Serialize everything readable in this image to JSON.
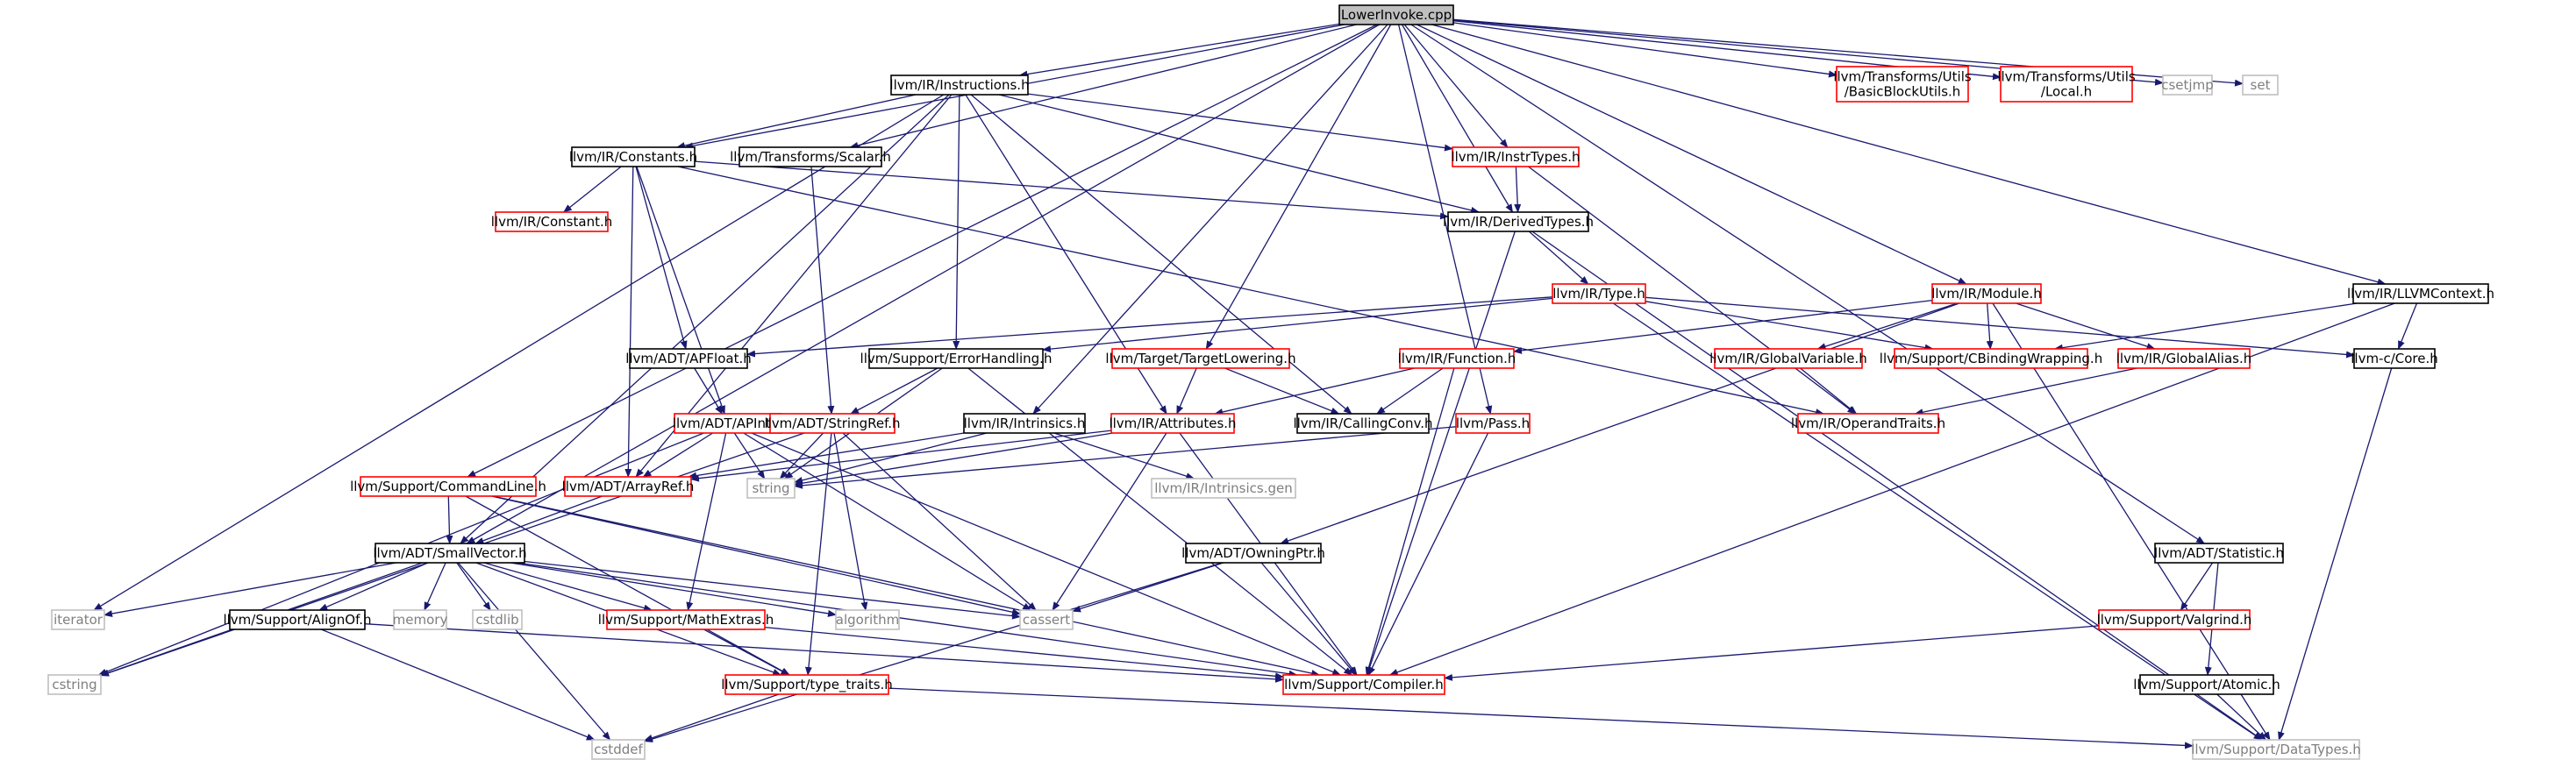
{
  "colors": {
    "edge": "#191970",
    "text": "#000000",
    "border_default": "#000000",
    "border_undocumented": "#ff0000",
    "border_external": "#bfbfbf",
    "root_fill": "#bfbfbf",
    "text_external": "#7f7f7f"
  },
  "nodes": [
    {
      "id": "root",
      "label": "LowerInvoke.cpp",
      "kind": "root"
    },
    {
      "id": "instructions",
      "label": "llvm/IR/Instructions.h",
      "kind": "default"
    },
    {
      "id": "bbutils",
      "label": "llvm/Transforms/Utils\n/BasicBlockUtils.h",
      "kind": "undocumented"
    },
    {
      "id": "local",
      "label": "llvm/Transforms/Utils\n/Local.h",
      "kind": "undocumented"
    },
    {
      "id": "csetjmp",
      "label": "csetjmp",
      "kind": "external"
    },
    {
      "id": "set",
      "label": "set",
      "kind": "external"
    },
    {
      "id": "constants",
      "label": "llvm/IR/Constants.h",
      "kind": "default"
    },
    {
      "id": "scalar",
      "label": "llvm/Transforms/Scalar.h",
      "kind": "default"
    },
    {
      "id": "instrtypes",
      "label": "llvm/IR/InstrTypes.h",
      "kind": "undocumented"
    },
    {
      "id": "constant",
      "label": "llvm/IR/Constant.h",
      "kind": "undocumented"
    },
    {
      "id": "derivedtypes",
      "label": "llvm/IR/DerivedTypes.h",
      "kind": "default"
    },
    {
      "id": "type",
      "label": "llvm/IR/Type.h",
      "kind": "undocumented"
    },
    {
      "id": "module",
      "label": "llvm/IR/Module.h",
      "kind": "undocumented"
    },
    {
      "id": "llvmcontext",
      "label": "llvm/IR/LLVMContext.h",
      "kind": "default"
    },
    {
      "id": "apfloat",
      "label": "llvm/ADT/APFloat.h",
      "kind": "default"
    },
    {
      "id": "errorhandling",
      "label": "llvm/Support/ErrorHandling.h",
      "kind": "default"
    },
    {
      "id": "targetlowering",
      "label": "llvm/Target/TargetLowering.h",
      "kind": "undocumented"
    },
    {
      "id": "function",
      "label": "llvm/IR/Function.h",
      "kind": "undocumented"
    },
    {
      "id": "globalvariable",
      "label": "llvm/IR/GlobalVariable.h",
      "kind": "undocumented"
    },
    {
      "id": "cbinding",
      "label": "llvm/Support/CBindingWrapping.h",
      "kind": "undocumented"
    },
    {
      "id": "globalalias",
      "label": "llvm/IR/GlobalAlias.h",
      "kind": "undocumented"
    },
    {
      "id": "ccore",
      "label": "llvm-c/Core.h",
      "kind": "default"
    },
    {
      "id": "apint",
      "label": "llvm/ADT/APInt.h",
      "kind": "undocumented"
    },
    {
      "id": "stringref",
      "label": "llvm/ADT/StringRef.h",
      "kind": "undocumented"
    },
    {
      "id": "intrinsics",
      "label": "llvm/IR/Intrinsics.h",
      "kind": "default"
    },
    {
      "id": "attributes",
      "label": "llvm/IR/Attributes.h",
      "kind": "undocumented"
    },
    {
      "id": "callingconv",
      "label": "llvm/IR/CallingConv.h",
      "kind": "default"
    },
    {
      "id": "pass",
      "label": "llvm/Pass.h",
      "kind": "undocumented"
    },
    {
      "id": "operandtraits",
      "label": "llvm/IR/OperandTraits.h",
      "kind": "undocumented"
    },
    {
      "id": "commandline",
      "label": "llvm/Support/CommandLine.h",
      "kind": "undocumented"
    },
    {
      "id": "arrayref",
      "label": "llvm/ADT/ArrayRef.h",
      "kind": "undocumented"
    },
    {
      "id": "string",
      "label": "string",
      "kind": "external"
    },
    {
      "id": "intrinsicsgen",
      "label": "llvm/IR/Intrinsics.gen",
      "kind": "external"
    },
    {
      "id": "owningptr",
      "label": "llvm/ADT/OwningPtr.h",
      "kind": "default"
    },
    {
      "id": "statistic",
      "label": "llvm/ADT/Statistic.h",
      "kind": "default"
    },
    {
      "id": "smallvector",
      "label": "llvm/ADT/SmallVector.h",
      "kind": "default"
    },
    {
      "id": "iterator",
      "label": "iterator",
      "kind": "external"
    },
    {
      "id": "alignof",
      "label": "llvm/Support/AlignOf.h",
      "kind": "default"
    },
    {
      "id": "memory",
      "label": "memory",
      "kind": "external"
    },
    {
      "id": "cstdlib",
      "label": "cstdlib",
      "kind": "external"
    },
    {
      "id": "mathextras",
      "label": "llvm/Support/MathExtras.h",
      "kind": "undocumented"
    },
    {
      "id": "algorithm",
      "label": "algorithm",
      "kind": "external"
    },
    {
      "id": "cassert",
      "label": "cassert",
      "kind": "external"
    },
    {
      "id": "valgrind",
      "label": "llvm/Support/Valgrind.h",
      "kind": "undocumented"
    },
    {
      "id": "atomic",
      "label": "llvm/Support/Atomic.h",
      "kind": "default"
    },
    {
      "id": "cstring",
      "label": "cstring",
      "kind": "external"
    },
    {
      "id": "typetraits",
      "label": "llvm/Support/type_traits.h",
      "kind": "undocumented"
    },
    {
      "id": "compiler",
      "label": "llvm/Support/Compiler.h",
      "kind": "undocumented"
    },
    {
      "id": "cstddef",
      "label": "cstddef",
      "kind": "external"
    },
    {
      "id": "datatypes",
      "label": "llvm/Support/DataTypes.h",
      "kind": "external"
    }
  ],
  "edges": [
    [
      "root",
      "instructions"
    ],
    [
      "root",
      "bbutils"
    ],
    [
      "root",
      "local"
    ],
    [
      "root",
      "csetjmp"
    ],
    [
      "root",
      "set"
    ],
    [
      "root",
      "constants"
    ],
    [
      "root",
      "scalar"
    ],
    [
      "root",
      "instrtypes"
    ],
    [
      "root",
      "derivedtypes"
    ],
    [
      "root",
      "module"
    ],
    [
      "root",
      "llvmcontext"
    ],
    [
      "root",
      "targetlowering"
    ],
    [
      "root",
      "intrinsics"
    ],
    [
      "root",
      "pass"
    ],
    [
      "root",
      "commandline"
    ],
    [
      "root",
      "smallvector"
    ],
    [
      "root",
      "statistic"
    ],
    [
      "instructions",
      "constants"
    ],
    [
      "instructions",
      "instrtypes"
    ],
    [
      "instructions",
      "derivedtypes"
    ],
    [
      "instructions",
      "errorhandling"
    ],
    [
      "instructions",
      "attributes"
    ],
    [
      "instructions",
      "callingconv"
    ],
    [
      "instructions",
      "iterator"
    ],
    [
      "instructions",
      "smallvector"
    ],
    [
      "instructions",
      "arrayref"
    ],
    [
      "constants",
      "constant"
    ],
    [
      "constants",
      "derivedtypes"
    ],
    [
      "constants",
      "apfloat"
    ],
    [
      "constants",
      "apint"
    ],
    [
      "constants",
      "arrayref"
    ],
    [
      "constants",
      "operandtraits"
    ],
    [
      "scalar",
      "stringref"
    ],
    [
      "instrtypes",
      "derivedtypes"
    ],
    [
      "instrtypes",
      "operandtraits"
    ],
    [
      "derivedtypes",
      "type"
    ],
    [
      "derivedtypes",
      "compiler"
    ],
    [
      "derivedtypes",
      "datatypes"
    ],
    [
      "type",
      "apfloat"
    ],
    [
      "type",
      "errorhandling"
    ],
    [
      "type",
      "cbinding"
    ],
    [
      "type",
      "ccore"
    ],
    [
      "type",
      "datatypes"
    ],
    [
      "module",
      "function"
    ],
    [
      "module",
      "globalvariable"
    ],
    [
      "module",
      "cbinding"
    ],
    [
      "module",
      "globalalias"
    ],
    [
      "module",
      "owningptr"
    ],
    [
      "module",
      "datatypes"
    ],
    [
      "llvmcontext",
      "cbinding"
    ],
    [
      "llvmcontext",
      "ccore"
    ],
    [
      "llvmcontext",
      "compiler"
    ],
    [
      "apfloat",
      "apint"
    ],
    [
      "errorhandling",
      "stringref"
    ],
    [
      "errorhandling",
      "string"
    ],
    [
      "errorhandling",
      "compiler"
    ],
    [
      "targetlowering",
      "attributes"
    ],
    [
      "targetlowering",
      "callingconv"
    ],
    [
      "function",
      "attributes"
    ],
    [
      "function",
      "callingconv"
    ],
    [
      "function",
      "compiler"
    ],
    [
      "globalvariable",
      "operandtraits"
    ],
    [
      "globalalias",
      "operandtraits"
    ],
    [
      "ccore",
      "datatypes"
    ],
    [
      "apint",
      "arrayref"
    ],
    [
      "apint",
      "mathextras"
    ],
    [
      "apint",
      "string"
    ],
    [
      "apint",
      "cassert"
    ],
    [
      "apint",
      "cstring"
    ],
    [
      "apint",
      "compiler"
    ],
    [
      "stringref",
      "string"
    ],
    [
      "stringref",
      "algorithm"
    ],
    [
      "stringref",
      "cassert"
    ],
    [
      "stringref",
      "cstring"
    ],
    [
      "stringref",
      "typetraits"
    ],
    [
      "intrinsics",
      "arrayref"
    ],
    [
      "intrinsics",
      "string"
    ],
    [
      "intrinsics",
      "intrinsicsgen"
    ],
    [
      "attributes",
      "arrayref"
    ],
    [
      "attributes",
      "string"
    ],
    [
      "attributes",
      "cassert"
    ],
    [
      "attributes",
      "compiler"
    ],
    [
      "pass",
      "string"
    ],
    [
      "pass",
      "compiler"
    ],
    [
      "commandline",
      "smallvector"
    ],
    [
      "commandline",
      "cassert"
    ],
    [
      "commandline",
      "typetraits"
    ],
    [
      "commandline",
      "compiler"
    ],
    [
      "arrayref",
      "smallvector"
    ],
    [
      "owningptr",
      "cassert"
    ],
    [
      "owningptr",
      "cstddef"
    ],
    [
      "owningptr",
      "compiler"
    ],
    [
      "statistic",
      "valgrind"
    ],
    [
      "statistic",
      "atomic"
    ],
    [
      "valgrind",
      "compiler"
    ],
    [
      "atomic",
      "datatypes"
    ],
    [
      "smallvector",
      "iterator"
    ],
    [
      "smallvector",
      "alignof"
    ],
    [
      "smallvector",
      "memory"
    ],
    [
      "smallvector",
      "cstdlib"
    ],
    [
      "smallvector",
      "mathextras"
    ],
    [
      "smallvector",
      "algorithm"
    ],
    [
      "smallvector",
      "cassert"
    ],
    [
      "smallvector",
      "cstring"
    ],
    [
      "smallvector",
      "cstddef"
    ],
    [
      "smallvector",
      "typetraits"
    ],
    [
      "smallvector",
      "compiler"
    ],
    [
      "alignof",
      "compiler"
    ],
    [
      "alignof",
      "cstddef"
    ],
    [
      "mathextras",
      "typetraits"
    ],
    [
      "mathextras",
      "compiler"
    ],
    [
      "typetraits",
      "cstddef"
    ],
    [
      "typetraits",
      "datatypes"
    ]
  ]
}
